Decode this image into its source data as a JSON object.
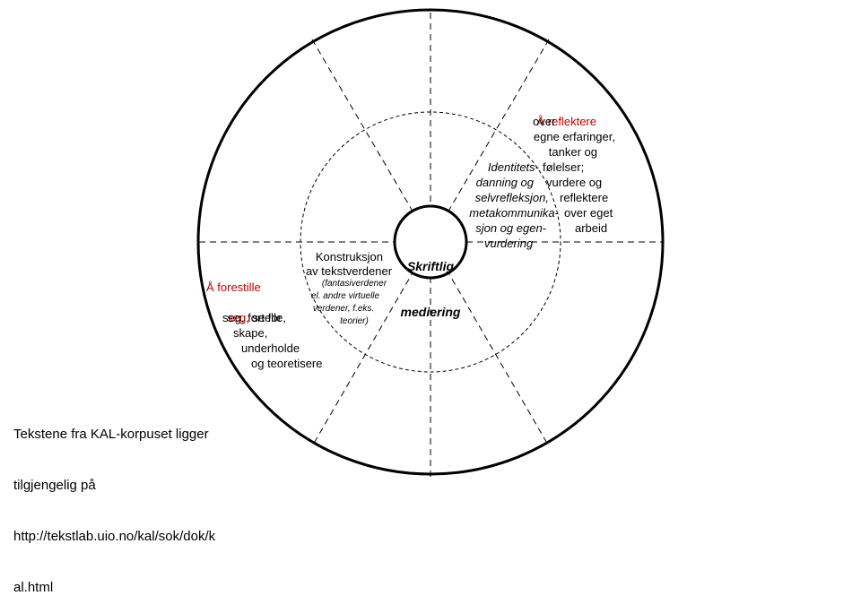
{
  "colors": {
    "accent": "#c00000",
    "line": "#000000"
  },
  "center": {
    "line1": "Skriftlig",
    "line2": "mediering"
  },
  "reflect": {
    "title": "Å reflektere",
    "lines": [
      "over",
      "egne erfaringer,",
      "tanker og",
      "følelser;",
      "vurdere og",
      "reflektere",
      "over eget",
      "arbeid"
    ]
  },
  "identity": {
    "lines": [
      "Identitets-",
      "danning og",
      "selvrefleksjon,",
      "metakommunika-",
      "sjon og egen-",
      "vurdering"
    ]
  },
  "construction": {
    "line1": "Konstruksjon",
    "line2": "av tekstverdener",
    "sub": [
      "(fantasiverdener",
      "el. andre virtuelle",
      "verdener, f.eks.",
      "teorier)"
    ]
  },
  "imagine": {
    "line1": "Å forestille",
    "line2_red": "seg",
    "line2_rest": ", se for",
    "lines": [
      "seg, fortelle,",
      "skape,",
      "underholde",
      "og teoretisere"
    ]
  },
  "footnote": {
    "lines": [
      "Tekstene fra KAL-korpuset ligger",
      "tilgjengelig på",
      "http://tekstlab.uio.no/kal/sok/dok/k",
      "al.html"
    ]
  }
}
